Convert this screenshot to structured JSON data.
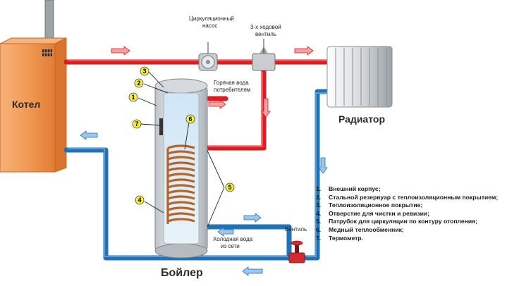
{
  "labels": {
    "kotel": "Котел",
    "pump": [
      "Циркуляционный",
      "насос"
    ],
    "valve3": [
      "3-х ходовой",
      "вентиль"
    ],
    "hot_water": [
      "Горячая вода",
      "потребителям"
    ],
    "radiator": "Радиатор",
    "cold_water": [
      "Холодная вода",
      "из сети"
    ],
    "ventil": "Вентиль",
    "boiler": "Бойлер"
  },
  "callouts": [
    "3",
    "2",
    "1",
    "7",
    "6",
    "5",
    "4"
  ],
  "legend": [
    {
      "num": "1.",
      "text": "Внешний корпус;"
    },
    {
      "num": "2.",
      "text": "Стальной резервуар с теплоизоляционным покрытием;"
    },
    {
      "num": "3.",
      "text": "Теплоизоляционное покрытие;"
    },
    {
      "num": "4.",
      "text": "Отверстие для чистки и ревизии;"
    },
    {
      "num": "5.",
      "text": "Патрубок для  циркуляции по контуру отопления;"
    },
    {
      "num": "6.",
      "text": "Медный теплообменник;"
    },
    {
      "num": "7.",
      "text": "Термометр."
    }
  ],
  "colors": {
    "hot_pipe": "#e2191d",
    "cold_pipe": "#1e73b8",
    "boiler_body": "#f0a060",
    "callout_fill": "#f4ef3a",
    "copper_coil": "#b5652a"
  }
}
